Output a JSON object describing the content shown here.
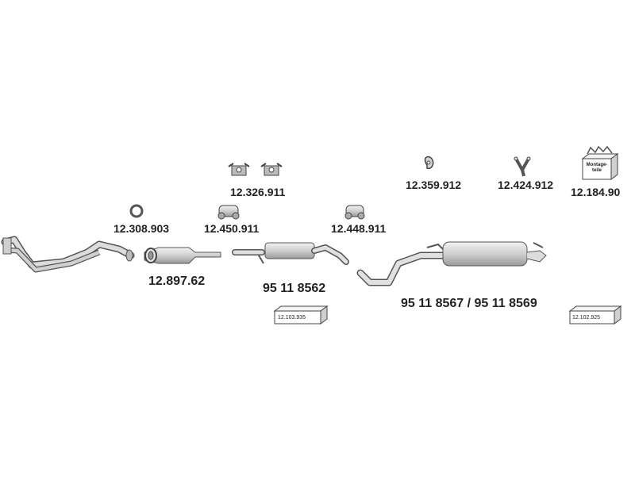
{
  "parts": {
    "downpipe": "12.897.62",
    "gasket": "12.308.903",
    "clamp_1": "12.450.911",
    "rubber_mounts": "12.326.911",
    "middle_silencer": "95 11 8562",
    "clamp_2": "12.448.911",
    "rear_silencer": "95 11 8567 / 95 11 8569",
    "hanger": "12.359.912",
    "bracket": "12.424.912",
    "mounting_kit": "12.184.90",
    "box_1": "12.103.935",
    "box_2": "12.102.925"
  },
  "mounting_kit_box_text": "Montage-\nteile",
  "colors": {
    "part_fill": "#d9d9d9",
    "part_stroke": "#555555",
    "label": "#222222"
  }
}
